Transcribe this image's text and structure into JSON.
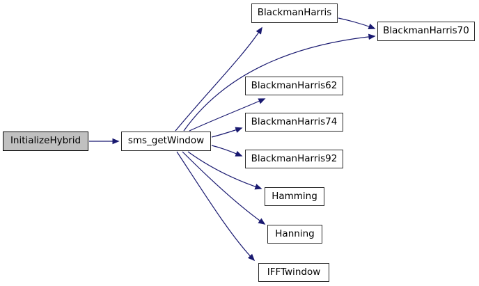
{
  "diagram": {
    "type": "call-graph",
    "background": "#ffffff",
    "edge_color": "#191970",
    "node_border_color": "#2a2a2a",
    "node_fill": "#ffffff",
    "highlight_fill": "#c0c0c0",
    "nodes": [
      {
        "id": "InitializeHybrid",
        "label": "InitializeHybrid",
        "highlighted": true
      },
      {
        "id": "sms_getWindow",
        "label": "sms_getWindow",
        "highlighted": false
      },
      {
        "id": "BlackmanHarris",
        "label": "BlackmanHarris",
        "highlighted": false
      },
      {
        "id": "BlackmanHarris70",
        "label": "BlackmanHarris70",
        "highlighted": false
      },
      {
        "id": "BlackmanHarris62",
        "label": "BlackmanHarris62",
        "highlighted": false
      },
      {
        "id": "BlackmanHarris74",
        "label": "BlackmanHarris74",
        "highlighted": false
      },
      {
        "id": "BlackmanHarris92",
        "label": "BlackmanHarris92",
        "highlighted": false
      },
      {
        "id": "Hamming",
        "label": "Hamming",
        "highlighted": false
      },
      {
        "id": "Hanning",
        "label": "Hanning",
        "highlighted": false
      },
      {
        "id": "IFFTwindow",
        "label": "IFFTwindow",
        "highlighted": false
      }
    ],
    "edges": [
      {
        "from": "InitializeHybrid",
        "to": "sms_getWindow"
      },
      {
        "from": "sms_getWindow",
        "to": "BlackmanHarris"
      },
      {
        "from": "BlackmanHarris",
        "to": "BlackmanHarris70"
      },
      {
        "from": "sms_getWindow",
        "to": "BlackmanHarris70"
      },
      {
        "from": "sms_getWindow",
        "to": "BlackmanHarris62"
      },
      {
        "from": "sms_getWindow",
        "to": "BlackmanHarris74"
      },
      {
        "from": "sms_getWindow",
        "to": "BlackmanHarris92"
      },
      {
        "from": "sms_getWindow",
        "to": "Hamming"
      },
      {
        "from": "sms_getWindow",
        "to": "Hanning"
      },
      {
        "from": "sms_getWindow",
        "to": "IFFTwindow"
      }
    ]
  }
}
